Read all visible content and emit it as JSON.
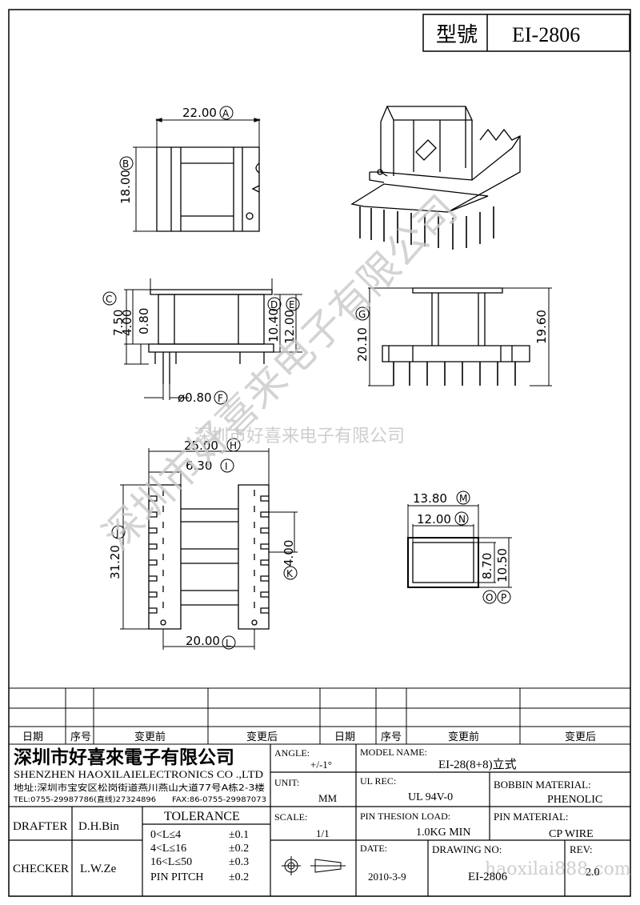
{
  "header": {
    "model_label": "型號",
    "model_value": "EI-2806"
  },
  "dimensions": {
    "top_width": "22.00",
    "top_height": "18.00",
    "side_c": "7.50",
    "side_d": "4.00",
    "side_e": "0.80",
    "side_f": "10.40",
    "side_g": "12.00",
    "pin_dia": "ø0.80",
    "front_h": "20.10",
    "front_i": "19.60",
    "bottom_overall": "25.00",
    "bottom_flange": "6.30",
    "bottom_height": "31.20",
    "bottom_pitch": "4.00",
    "bottom_span": "20.00",
    "core_outer": "13.80",
    "core_inner": "12.00",
    "core_in_h": "8.70",
    "core_out_h": "10.50"
  },
  "callouts": [
    "A",
    "B",
    "C",
    "D",
    "E",
    "F",
    "G",
    "H",
    "I",
    "J",
    "K",
    "L",
    "M",
    "N",
    "O",
    "P"
  ],
  "watermark": {
    "company": "深圳市好喜来电子有限公司",
    "url": "haoxilai888.com"
  },
  "revision_table": {
    "headers": [
      "日期",
      "序号",
      "变更前",
      "变更后",
      "日期",
      "序号",
      "变更前",
      "变更后"
    ]
  },
  "title_block": {
    "company_cn": "深圳市好喜來電子有限公司",
    "company_en": "SHENZHEN HAOXILAIELECTRONICS CO .,LTD",
    "address": "地址:深圳市宝安区松岗街道燕川燕山大道77号A栋2-3楼",
    "tel": "TEL:0755-29987786(直线)27324896",
    "fax": "FAX:86-0755-29987073",
    "drafter_label": "DRAFTER",
    "drafter_value": "D.H.Bin",
    "checker_label": "CHECKER",
    "checker_value": "L.W.Ze",
    "tolerance_label": "TOLERANCE",
    "tolerance_rows": [
      {
        "range": "0<L≤4",
        "value": "±0.1"
      },
      {
        "range": "4<L≤16",
        "value": "±0.2"
      },
      {
        "range": "16<L≤50",
        "value": "±0.3"
      },
      {
        "range": "PIN PITCH",
        "value": "±0.2"
      }
    ],
    "angle_label": "ANGLE:",
    "angle_value": "+/-1°",
    "unit_label": "UNIT:",
    "unit_value": "MM",
    "scale_label": "SCALE:",
    "scale_value": "1/1",
    "model_name_label": "MODEL NAME:",
    "model_name_value": "EI-28(8+8)立式",
    "ul_label": "UL REC:",
    "ul_value": "UL 94V-0",
    "bobbin_label": "BOBBIN MATERIAL:",
    "bobbin_value": "PHENOLIC",
    "pin_load_label": "PIN THESION LOAD:",
    "pin_load_value": "1.0KG MIN",
    "pin_mat_label": "PIN MATERIAL:",
    "pin_mat_value": "CP  WIRE",
    "date_label": "DATE:",
    "date_value": "2010-3-9",
    "drawing_label": "DRAWING NO:",
    "drawing_value": "EI-2806",
    "rev_label": "REV:",
    "rev_value": "2.0"
  }
}
